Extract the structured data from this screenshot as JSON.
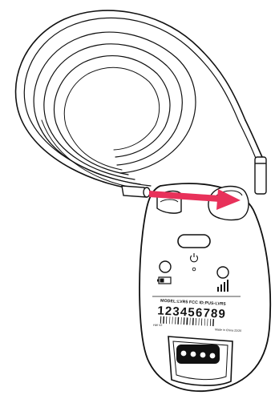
{
  "device": {
    "model_label": "MODEL:LVR5  FCC ID:PUS-LVR5",
    "serial_number": "123456789",
    "hw_version": "HW V2",
    "made_in": "Made in China 22/20"
  },
  "icons": {
    "power": "power-icon",
    "battery": "battery-icon",
    "signal": "signal-bars-icon",
    "arrow": "insertion-arrow-icon"
  },
  "colors": {
    "outline": "#111111",
    "arrow": "#e8315a",
    "background": "#ffffff"
  }
}
